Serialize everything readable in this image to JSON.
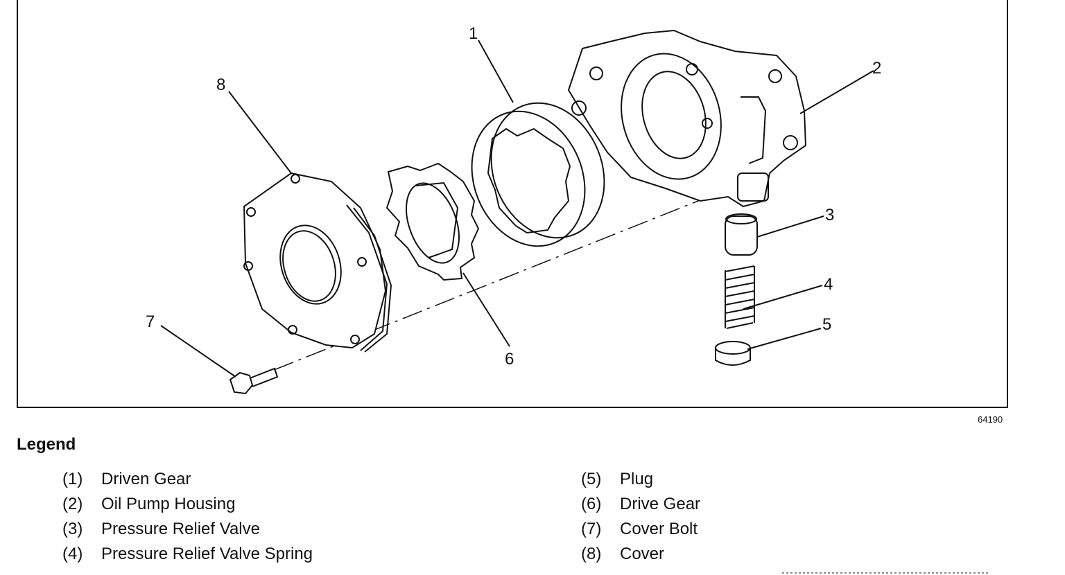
{
  "figure": {
    "figure_number": "64190",
    "callouts": [
      "1",
      "2",
      "3",
      "4",
      "5",
      "6",
      "7",
      "8"
    ]
  },
  "legend": {
    "title": "Legend",
    "left_column": [
      {
        "num": "(1)",
        "label": "Driven Gear"
      },
      {
        "num": "(2)",
        "label": "Oil Pump Housing"
      },
      {
        "num": "(3)",
        "label": "Pressure Relief Valve"
      },
      {
        "num": "(4)",
        "label": "Pressure Relief Valve Spring"
      }
    ],
    "right_column": [
      {
        "num": "(5)",
        "label": "Plug"
      },
      {
        "num": "(6)",
        "label": "Drive Gear"
      },
      {
        "num": "(7)",
        "label": "Cover Bolt"
      },
      {
        "num": "(8)",
        "label": "Cover"
      }
    ]
  }
}
